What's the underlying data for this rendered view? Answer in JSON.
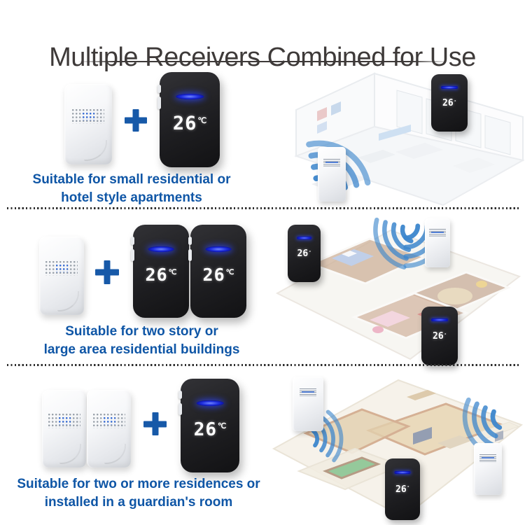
{
  "title": "Multiple Receivers Combined for Use",
  "display": {
    "temp": "26",
    "unit": "℃",
    "mini_unit": "°"
  },
  "rows": [
    {
      "transmitters": 1,
      "receivers": 1,
      "caption_line1": "Suitable for small residential or",
      "caption_line2": "hotel style apartments"
    },
    {
      "transmitters": 1,
      "receivers": 2,
      "caption_line1": "Suitable for two story or",
      "caption_line2": "large area residential buildings"
    },
    {
      "transmitters": 2,
      "receivers": 1,
      "caption_line1": "Suitable for two or more residences or",
      "caption_line2": "installed in a guardian's room"
    }
  ],
  "icons": {
    "plus": "plus-icon",
    "wifi": "wifi-signal-icon",
    "led": "led-indicator",
    "speaker": "speaker-grille"
  },
  "colors": {
    "caption_blue": "#0f56a6",
    "plus_blue": "#1759a8",
    "wifi_blue": "#3c86cc",
    "led_blue": "#2230e0",
    "receiver_black": "#1d1d20",
    "title_gray": "#3e3a39"
  }
}
